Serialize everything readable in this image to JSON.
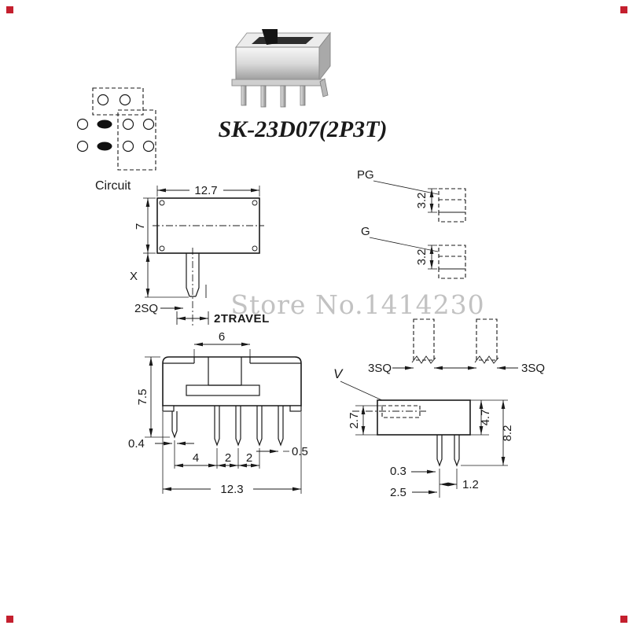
{
  "product": {
    "title": "SK-23D07(2P3T)"
  },
  "watermark": {
    "text": "Store No.1414230"
  },
  "circuit": {
    "label": "Circuit"
  },
  "top_view": {
    "width": "12.7",
    "height": "7",
    "shaft_length": "X",
    "shaft_square": "2SQ",
    "travel": "2TRAVEL"
  },
  "shaft_detail": {
    "pg_label": "PG",
    "g_label": "G",
    "pg_dim": "3.2",
    "g_dim": "3.2",
    "left_square": "3SQ",
    "right_square": "3SQ"
  },
  "front_view": {
    "slot_width": "6",
    "body_height": "7.5",
    "pin_width_left": "0.4",
    "pitch_a": "4",
    "pitch_b": "2",
    "pitch_c": "2",
    "pin_width_right": "0.5",
    "total_width": "12.3"
  },
  "side_view": {
    "label": "V",
    "shaft_offset": "2.7",
    "body_depth": "4.7",
    "total_height": "8.2",
    "pin_thickness": "0.3",
    "pin_pitch": "2.5",
    "row_pitch": "1.2"
  },
  "colors": {
    "line": "#1a1a1a",
    "watermark": "#c2c2c2",
    "corner_mark": "#c41f2e"
  }
}
